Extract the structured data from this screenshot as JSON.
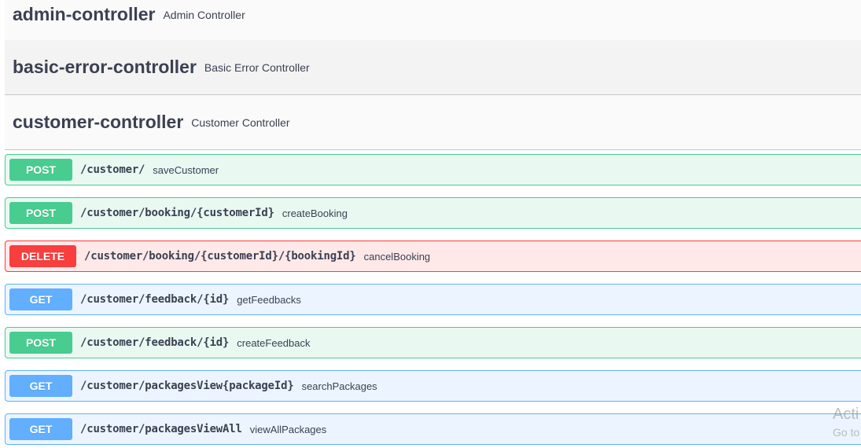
{
  "tags": [
    {
      "title": "admin-controller",
      "desc": "Admin Controller"
    },
    {
      "title": "basic-error-controller",
      "desc": "Basic Error Controller"
    },
    {
      "title": "customer-controller",
      "desc": "Customer Controller"
    }
  ],
  "operations": [
    {
      "method": "POST",
      "path": "/customer/",
      "summary": "saveCustomer"
    },
    {
      "method": "POST",
      "path": "/customer/booking/{customerId}",
      "summary": "createBooking"
    },
    {
      "method": "DELETE",
      "path": "/customer/booking/{customerId}/{bookingId}",
      "summary": "cancelBooking"
    },
    {
      "method": "GET",
      "path": "/customer/feedback/{id}",
      "summary": "getFeedbacks"
    },
    {
      "method": "POST",
      "path": "/customer/feedback/{id}",
      "summary": "createFeedback"
    },
    {
      "method": "GET",
      "path": "/customer/packagesView{packageId}",
      "summary": "searchPackages"
    },
    {
      "method": "GET",
      "path": "/customer/packagesViewAll",
      "summary": "viewAllPackages"
    }
  ],
  "watermark": {
    "line1": "Acti",
    "line2": "Go to"
  },
  "colors": {
    "post": "#49cc90",
    "delete": "#f93e3e",
    "get": "#61affe",
    "text": "#3b4151",
    "tag_bg_alt": "#f3f3f3"
  }
}
